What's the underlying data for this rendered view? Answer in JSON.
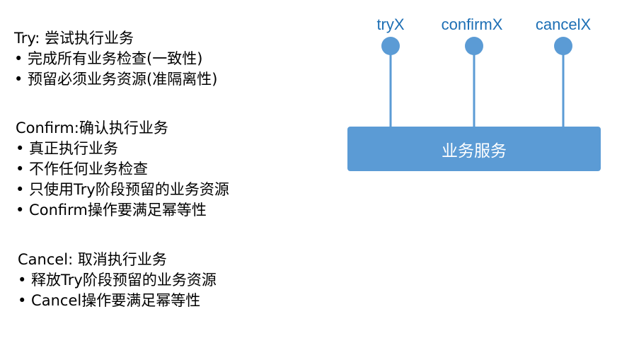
{
  "try_block": {
    "title": "Try: 尝试执行业务",
    "items": [
      "• 完成所有业务检查(一致性)",
      "• 预留必须业务资源(准隔离性)"
    ]
  },
  "confirm_block": {
    "title": "Confirm:确认执行业务",
    "items": [
      "• 真正执行业务",
      "• 不作任何业务检查",
      "• 只使用Try阶段预留的业务资源",
      "• Confirm操作要满足幂等性"
    ]
  },
  "cancel_block": {
    "title": "Cancel: 取消执行业务",
    "items": [
      "• 释放Try阶段预留的业务资源",
      "• Cancel操作要满足幂等性"
    ]
  },
  "diagram": {
    "ports": [
      "tryX",
      "confirmX",
      "cancelX"
    ],
    "service_label": "业务服务",
    "colors": {
      "box": "#5b9bd5",
      "label_text": "#1d6fb5"
    }
  }
}
